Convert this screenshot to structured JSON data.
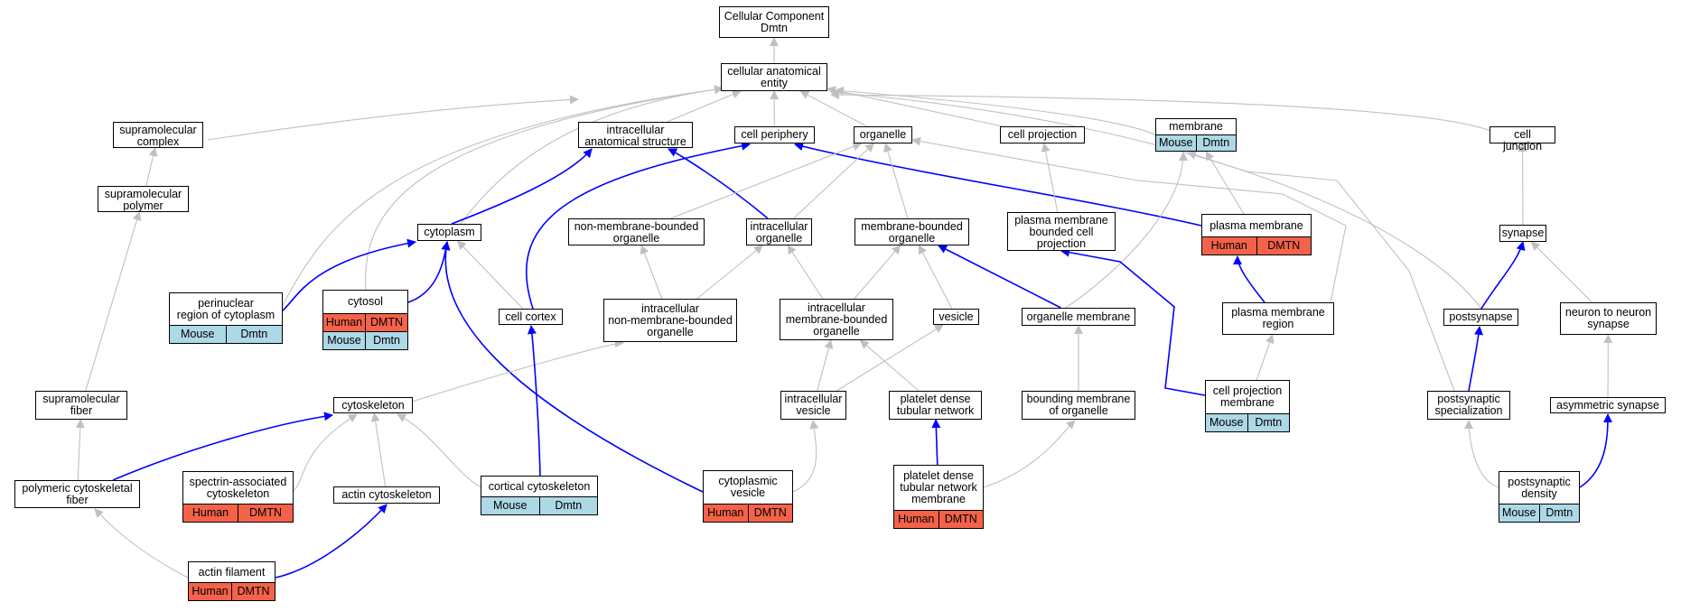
{
  "colors": {
    "is_a_edge": "#c0c0c0",
    "part_of_edge": "#0000ff",
    "human_tag": "#f4624a",
    "mouse_tag": "#add8e6"
  },
  "nodes": [
    {
      "id": "root",
      "label": "Cellular Component\nDmtn",
      "tags": []
    },
    {
      "id": "cae",
      "label": "cellular anatomical\nentity",
      "tags": []
    },
    {
      "id": "smc",
      "label": "supramolecular\ncomplex",
      "tags": []
    },
    {
      "id": "ias",
      "label": "intracellular\nanatomical structure",
      "tags": []
    },
    {
      "id": "cper",
      "label": "cell periphery",
      "tags": []
    },
    {
      "id": "org",
      "label": "organelle",
      "tags": []
    },
    {
      "id": "cproj",
      "label": "cell projection",
      "tags": []
    },
    {
      "id": "mem",
      "label": "membrane",
      "tags": [
        {
          "t": "Mouse",
          "s": "mouse"
        },
        {
          "t": "Dmtn",
          "s": "mouse"
        }
      ]
    },
    {
      "id": "cj",
      "label": "cell junction",
      "tags": []
    },
    {
      "id": "smp",
      "label": "supramolecular\npolymer",
      "tags": []
    },
    {
      "id": "cyto",
      "label": "cytoplasm",
      "tags": []
    },
    {
      "id": "nmbo",
      "label": "non-membrane-bounded\norganelle",
      "tags": []
    },
    {
      "id": "io",
      "label": "intracellular\norganelle",
      "tags": []
    },
    {
      "id": "mbo",
      "label": "membrane-bounded\norganelle",
      "tags": []
    },
    {
      "id": "pmbcp",
      "label": "plasma membrane\nbounded cell\nprojection",
      "tags": []
    },
    {
      "id": "pm",
      "label": "plasma membrane",
      "tags": [
        {
          "t": "Human",
          "s": "human"
        },
        {
          "t": "DMTN",
          "s": "human"
        }
      ]
    },
    {
      "id": "syn",
      "label": "synapse",
      "tags": []
    },
    {
      "id": "peri",
      "label": "perinuclear\nregion of cytoplasm",
      "tags": [
        {
          "t": "Mouse",
          "s": "mouse"
        },
        {
          "t": "Dmtn",
          "s": "mouse"
        }
      ]
    },
    {
      "id": "cytosol",
      "label": "cytosol",
      "tags": [
        {
          "t": "Human",
          "s": "human"
        },
        {
          "t": "DMTN",
          "s": "human"
        }
      ],
      "tags2": [
        {
          "t": "Mouse",
          "s": "mouse"
        },
        {
          "t": "Dmtn",
          "s": "mouse"
        }
      ]
    },
    {
      "id": "ccor",
      "label": "cell cortex",
      "tags": []
    },
    {
      "id": "inmbo",
      "label": "intracellular\nnon-membrane-bounded\norganelle",
      "tags": []
    },
    {
      "id": "imbo",
      "label": "intracellular\nmembrane-bounded\norganelle",
      "tags": []
    },
    {
      "id": "ves",
      "label": "vesicle",
      "tags": []
    },
    {
      "id": "orgm",
      "label": "organelle membrane",
      "tags": []
    },
    {
      "id": "pmr",
      "label": "plasma membrane\nregion",
      "tags": []
    },
    {
      "id": "posts",
      "label": "postsynapse",
      "tags": []
    },
    {
      "id": "nns",
      "label": "neuron to neuron\nsynapse",
      "tags": []
    },
    {
      "id": "smf",
      "label": "supramolecular\nfiber",
      "tags": []
    },
    {
      "id": "cytsk",
      "label": "cytoskeleton",
      "tags": []
    },
    {
      "id": "iv",
      "label": "intracellular\nvesicle",
      "tags": []
    },
    {
      "id": "pdtn",
      "label": "platelet dense\ntubular network",
      "tags": []
    },
    {
      "id": "bmo",
      "label": "bounding membrane\nof organelle",
      "tags": []
    },
    {
      "id": "cpm",
      "label": "cell projection\nmembrane",
      "tags": [
        {
          "t": "Mouse",
          "s": "mouse"
        },
        {
          "t": "Dmtn",
          "s": "mouse"
        }
      ]
    },
    {
      "id": "pss",
      "label": "postsynaptic\nspecialization",
      "tags": []
    },
    {
      "id": "asyn",
      "label": "asymmetric synapse",
      "tags": []
    },
    {
      "id": "pcf",
      "label": "polymeric cytoskeletal\nfiber",
      "tags": []
    },
    {
      "id": "sac",
      "label": "spectrin-associated\ncytoskeleton",
      "tags": [
        {
          "t": "Human",
          "s": "human"
        },
        {
          "t": "DMTN",
          "s": "human"
        }
      ]
    },
    {
      "id": "acsk",
      "label": "actin cytoskeleton",
      "tags": []
    },
    {
      "id": "ccsk",
      "label": "cortical cytoskeleton",
      "tags": [
        {
          "t": "Mouse",
          "s": "mouse"
        },
        {
          "t": "Dmtn",
          "s": "mouse"
        }
      ]
    },
    {
      "id": "cves",
      "label": "cytoplasmic\nvesicle",
      "tags": [
        {
          "t": "Human",
          "s": "human"
        },
        {
          "t": "DMTN",
          "s": "human"
        }
      ]
    },
    {
      "id": "pdtnm",
      "label": "platelet dense\ntubular network\nmembrane",
      "tags": [
        {
          "t": "Human",
          "s": "human"
        },
        {
          "t": "DMTN",
          "s": "human"
        }
      ]
    },
    {
      "id": "psd",
      "label": "postsynaptic\ndensity",
      "tags": [
        {
          "t": "Mouse",
          "s": "mouse"
        },
        {
          "t": "Dmtn",
          "s": "mouse"
        }
      ]
    },
    {
      "id": "af",
      "label": "actin filament",
      "tags": [
        {
          "t": "Human",
          "s": "human"
        },
        {
          "t": "DMTN",
          "s": "human"
        }
      ]
    }
  ],
  "edges": [
    {
      "from": "cae",
      "to": "root",
      "kind": "is_a"
    },
    {
      "from": "smc",
      "to": "cae",
      "kind": "is_a"
    },
    {
      "from": "ias",
      "to": "cae",
      "kind": "is_a"
    },
    {
      "from": "cper",
      "to": "cae",
      "kind": "is_a"
    },
    {
      "from": "org",
      "to": "cae",
      "kind": "is_a"
    },
    {
      "from": "cproj",
      "to": "cae",
      "kind": "is_a"
    },
    {
      "from": "mem",
      "to": "cae",
      "kind": "is_a"
    },
    {
      "from": "cj",
      "to": "cae",
      "kind": "is_a"
    },
    {
      "from": "peri",
      "to": "cae",
      "kind": "is_a"
    },
    {
      "from": "cyto",
      "to": "cae",
      "kind": "is_a"
    },
    {
      "from": "cytosol",
      "to": "cae",
      "kind": "is_a"
    },
    {
      "from": "posts",
      "to": "cae",
      "kind": "is_a"
    },
    {
      "from": "smp",
      "to": "smc",
      "kind": "is_a"
    },
    {
      "from": "smf",
      "to": "smp",
      "kind": "is_a"
    },
    {
      "from": "pcf",
      "to": "smf",
      "kind": "is_a"
    },
    {
      "from": "cyto",
      "to": "ias",
      "kind": "part_of"
    },
    {
      "from": "io",
      "to": "ias",
      "kind": "part_of"
    },
    {
      "from": "ccor",
      "to": "cper",
      "kind": "part_of"
    },
    {
      "from": "pm",
      "to": "cper",
      "kind": "part_of"
    },
    {
      "from": "nmbo",
      "to": "org",
      "kind": "is_a"
    },
    {
      "from": "io",
      "to": "org",
      "kind": "is_a"
    },
    {
      "from": "mbo",
      "to": "org",
      "kind": "is_a"
    },
    {
      "from": "pmr",
      "to": "org",
      "kind": "is_a"
    },
    {
      "from": "pmbcp",
      "to": "cproj",
      "kind": "is_a"
    },
    {
      "from": "pm",
      "to": "mem",
      "kind": "is_a"
    },
    {
      "from": "orgm",
      "to": "mem",
      "kind": "is_a"
    },
    {
      "from": "pss",
      "to": "mem",
      "kind": "is_a"
    },
    {
      "from": "syn",
      "to": "cj",
      "kind": "is_a"
    },
    {
      "from": "peri",
      "to": "cyto",
      "kind": "part_of"
    },
    {
      "from": "cytosol",
      "to": "cyto",
      "kind": "part_of"
    },
    {
      "from": "ccor",
      "to": "cyto",
      "kind": "is_a"
    },
    {
      "from": "cves",
      "to": "cyto",
      "kind": "part_of"
    },
    {
      "from": "inmbo",
      "to": "nmbo",
      "kind": "is_a"
    },
    {
      "from": "inmbo",
      "to": "io",
      "kind": "is_a"
    },
    {
      "from": "imbo",
      "to": "io",
      "kind": "is_a"
    },
    {
      "from": "imbo",
      "to": "mbo",
      "kind": "is_a"
    },
    {
      "from": "ves",
      "to": "mbo",
      "kind": "is_a"
    },
    {
      "from": "orgm",
      "to": "mbo",
      "kind": "part_of"
    },
    {
      "from": "cpm",
      "to": "pmbcp",
      "kind": "part_of"
    },
    {
      "from": "pmr",
      "to": "pm",
      "kind": "part_of"
    },
    {
      "from": "posts",
      "to": "syn",
      "kind": "part_of"
    },
    {
      "from": "nns",
      "to": "syn",
      "kind": "is_a"
    },
    {
      "from": "cytsk",
      "to": "inmbo",
      "kind": "is_a"
    },
    {
      "from": "ccsk",
      "to": "ccor",
      "kind": "part_of"
    },
    {
      "from": "iv",
      "to": "imbo",
      "kind": "is_a"
    },
    {
      "from": "pdtn",
      "to": "imbo",
      "kind": "is_a"
    },
    {
      "from": "iv",
      "to": "ves",
      "kind": "is_a"
    },
    {
      "from": "bmo",
      "to": "orgm",
      "kind": "is_a"
    },
    {
      "from": "cpm",
      "to": "pmr",
      "kind": "is_a"
    },
    {
      "from": "pss",
      "to": "posts",
      "kind": "part_of"
    },
    {
      "from": "asyn",
      "to": "nns",
      "kind": "is_a"
    },
    {
      "from": "pcf",
      "to": "cytsk",
      "kind": "part_of"
    },
    {
      "from": "sac",
      "to": "cytsk",
      "kind": "is_a"
    },
    {
      "from": "acsk",
      "to": "cytsk",
      "kind": "is_a"
    },
    {
      "from": "ccsk",
      "to": "cytsk",
      "kind": "is_a"
    },
    {
      "from": "cves",
      "to": "iv",
      "kind": "is_a"
    },
    {
      "from": "pdtnm",
      "to": "pdtn",
      "kind": "part_of"
    },
    {
      "from": "pdtnm",
      "to": "bmo",
      "kind": "is_a"
    },
    {
      "from": "psd",
      "to": "pss",
      "kind": "is_a"
    },
    {
      "from": "psd",
      "to": "asyn",
      "kind": "part_of"
    },
    {
      "from": "af",
      "to": "pcf",
      "kind": "is_a"
    },
    {
      "from": "af",
      "to": "acsk",
      "kind": "part_of"
    }
  ]
}
